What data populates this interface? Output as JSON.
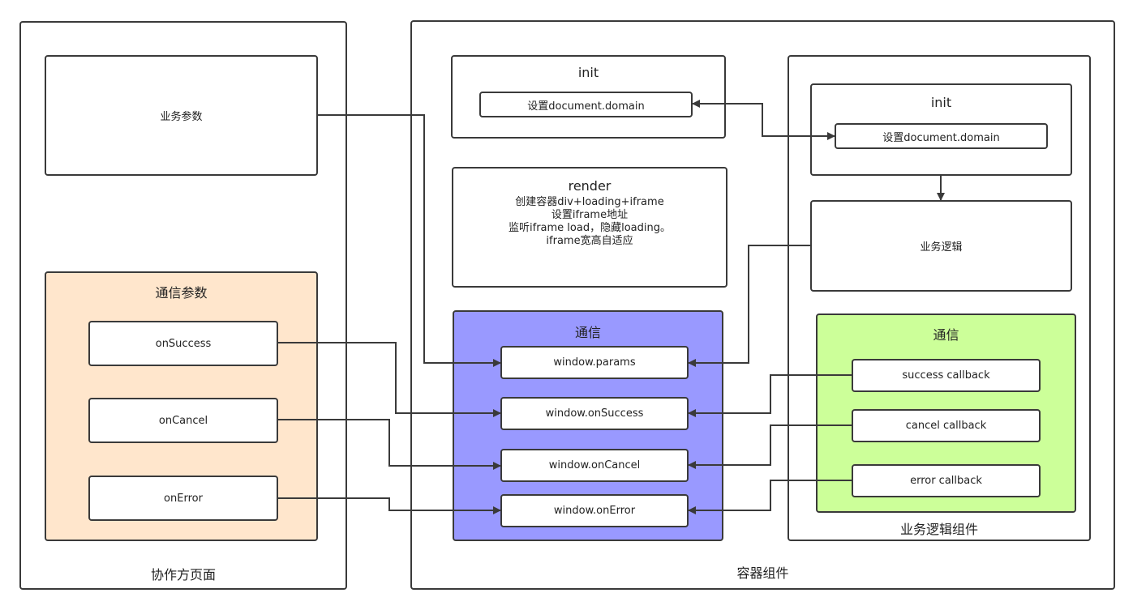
{
  "left_page": {
    "caption": "协作方页面",
    "biz_params": "业务参数",
    "comm_params": {
      "title": "通信参数",
      "items": [
        "onSuccess",
        "onCancel",
        "onError"
      ]
    }
  },
  "container": {
    "caption": "容器组件",
    "init": {
      "title": "init",
      "step": "设置document.domain"
    },
    "render": {
      "title": "render",
      "lines": [
        "创建容器div+loading+iframe",
        "设置iframe地址",
        "监听iframe load，隐藏loading。",
        "iframe宽高自适应"
      ]
    },
    "comm": {
      "title": "通信",
      "items": [
        "window.params",
        "window.onSuccess",
        "window.onCancel",
        "window.onError"
      ]
    }
  },
  "biz_component": {
    "caption": "业务逻辑组件",
    "init": {
      "title": "init",
      "step": "设置document.domain"
    },
    "logic": "业务逻辑",
    "comm": {
      "title": "通信",
      "items": [
        "success callback",
        "cancel callback",
        "error callback"
      ]
    }
  },
  "colors": {
    "comm_params_bg": "#ffe6cc",
    "container_comm_bg": "#9999ff",
    "biz_comm_bg": "#ccff99",
    "line": "#3a3a3a"
  }
}
